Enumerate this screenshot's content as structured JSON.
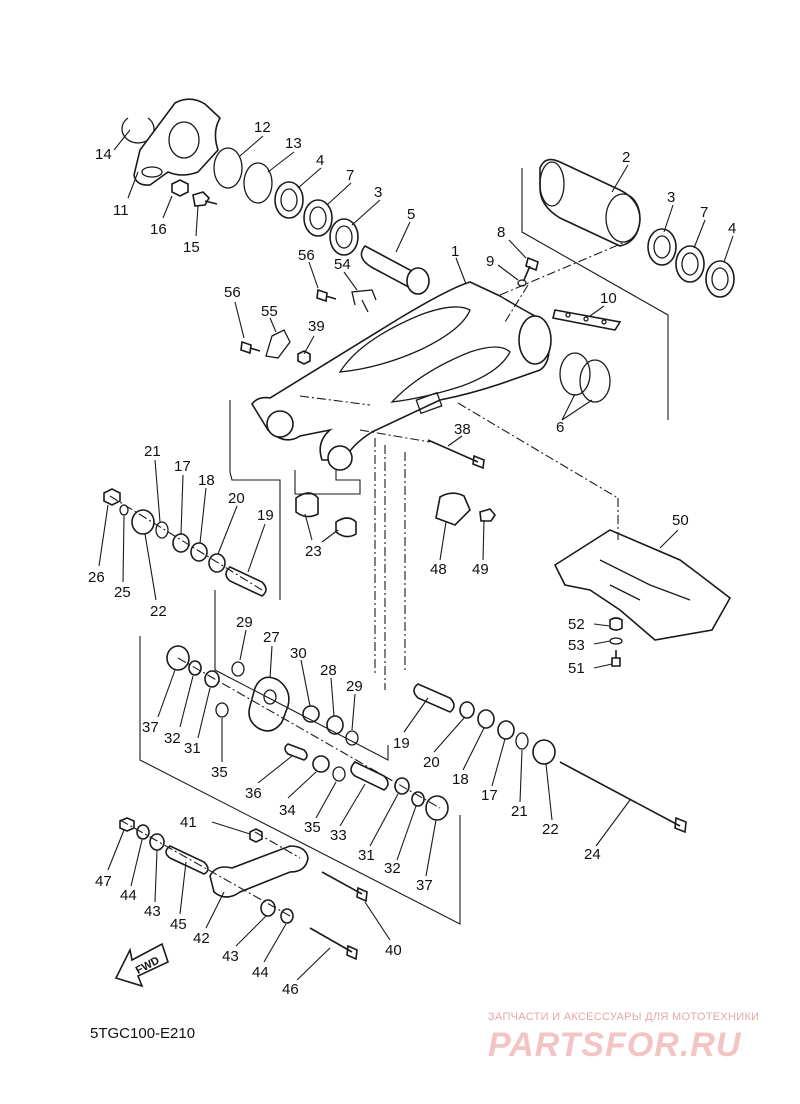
{
  "diagram": {
    "code": "5TGC100-E210",
    "fwd_label": "FWD",
    "callouts": [
      {
        "id": "c1",
        "text": "1"
      },
      {
        "id": "c2",
        "text": "2"
      },
      {
        "id": "c3a",
        "text": "3"
      },
      {
        "id": "c3b",
        "text": "3"
      },
      {
        "id": "c4a",
        "text": "4"
      },
      {
        "id": "c4b",
        "text": "4"
      },
      {
        "id": "c5",
        "text": "5"
      },
      {
        "id": "c6",
        "text": "6"
      },
      {
        "id": "c7a",
        "text": "7"
      },
      {
        "id": "c7b",
        "text": "7"
      },
      {
        "id": "c8",
        "text": "8"
      },
      {
        "id": "c9",
        "text": "9"
      },
      {
        "id": "c10",
        "text": "10"
      },
      {
        "id": "c11",
        "text": "11"
      },
      {
        "id": "c12",
        "text": "12"
      },
      {
        "id": "c13",
        "text": "13"
      },
      {
        "id": "c14",
        "text": "14"
      },
      {
        "id": "c15",
        "text": "15"
      },
      {
        "id": "c16",
        "text": "16"
      },
      {
        "id": "c17a",
        "text": "17"
      },
      {
        "id": "c17b",
        "text": "17"
      },
      {
        "id": "c18a",
        "text": "18"
      },
      {
        "id": "c18b",
        "text": "18"
      },
      {
        "id": "c19a",
        "text": "19"
      },
      {
        "id": "c19b",
        "text": "19"
      },
      {
        "id": "c20a",
        "text": "20"
      },
      {
        "id": "c20b",
        "text": "20"
      },
      {
        "id": "c21a",
        "text": "21"
      },
      {
        "id": "c21b",
        "text": "21"
      },
      {
        "id": "c22a",
        "text": "22"
      },
      {
        "id": "c22b",
        "text": "22"
      },
      {
        "id": "c23",
        "text": "23"
      },
      {
        "id": "c24",
        "text": "24"
      },
      {
        "id": "c25",
        "text": "25"
      },
      {
        "id": "c26",
        "text": "26"
      },
      {
        "id": "c27",
        "text": "27"
      },
      {
        "id": "c28",
        "text": "28"
      },
      {
        "id": "c29a",
        "text": "29"
      },
      {
        "id": "c29b",
        "text": "29"
      },
      {
        "id": "c30",
        "text": "30"
      },
      {
        "id": "c31a",
        "text": "31"
      },
      {
        "id": "c31b",
        "text": "31"
      },
      {
        "id": "c32a",
        "text": "32"
      },
      {
        "id": "c32b",
        "text": "32"
      },
      {
        "id": "c33",
        "text": "33"
      },
      {
        "id": "c34",
        "text": "34"
      },
      {
        "id": "c35a",
        "text": "35"
      },
      {
        "id": "c35b",
        "text": "35"
      },
      {
        "id": "c36",
        "text": "36"
      },
      {
        "id": "c37a",
        "text": "37"
      },
      {
        "id": "c37b",
        "text": "37"
      },
      {
        "id": "c38",
        "text": "38"
      },
      {
        "id": "c39",
        "text": "39"
      },
      {
        "id": "c40",
        "text": "40"
      },
      {
        "id": "c41",
        "text": "41"
      },
      {
        "id": "c42",
        "text": "42"
      },
      {
        "id": "c43a",
        "text": "43"
      },
      {
        "id": "c43b",
        "text": "43"
      },
      {
        "id": "c44a",
        "text": "44"
      },
      {
        "id": "c44b",
        "text": "44"
      },
      {
        "id": "c45",
        "text": "45"
      },
      {
        "id": "c46",
        "text": "46"
      },
      {
        "id": "c47",
        "text": "47"
      },
      {
        "id": "c48",
        "text": "48"
      },
      {
        "id": "c49",
        "text": "49"
      },
      {
        "id": "c50",
        "text": "50"
      },
      {
        "id": "c51",
        "text": "51"
      },
      {
        "id": "c52",
        "text": "52"
      },
      {
        "id": "c53",
        "text": "53"
      },
      {
        "id": "c54",
        "text": "54"
      },
      {
        "id": "c55",
        "text": "55"
      },
      {
        "id": "c56a",
        "text": "56"
      },
      {
        "id": "c56b",
        "text": "56"
      }
    ]
  },
  "watermark": {
    "tagline": "ЗАПЧАСТИ И АКСЕССУАРЫ ДЛЯ МОТОТЕХНИКИ",
    "logo": "PARTSFOR.RU"
  }
}
